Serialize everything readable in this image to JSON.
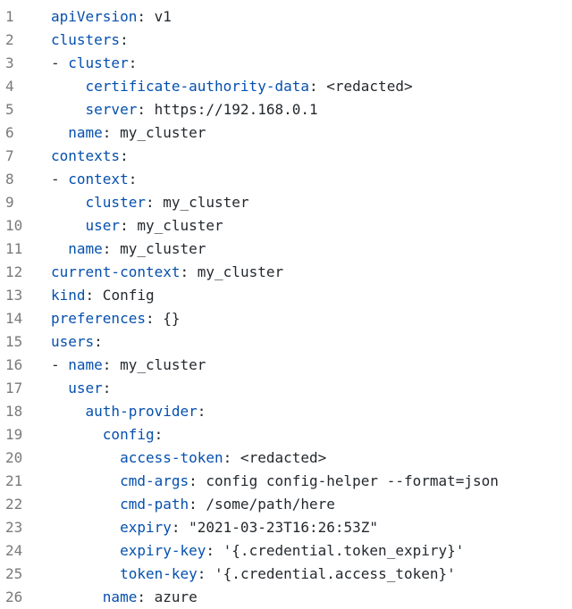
{
  "editor": {
    "lines": [
      {
        "num": "1",
        "indent": "",
        "dash": "",
        "key": "apiVersion",
        "sep": ":",
        "value": " v1"
      },
      {
        "num": "2",
        "indent": "",
        "dash": "",
        "key": "clusters",
        "sep": ":",
        "value": ""
      },
      {
        "num": "3",
        "indent": "",
        "dash": "- ",
        "key": "cluster",
        "sep": ":",
        "value": ""
      },
      {
        "num": "4",
        "indent": "    ",
        "dash": "",
        "key": "certificate-authority-data",
        "sep": ":",
        "value": " <redacted>"
      },
      {
        "num": "5",
        "indent": "    ",
        "dash": "",
        "key": "server",
        "sep": ":",
        "value": " https://192.168.0.1"
      },
      {
        "num": "6",
        "indent": "  ",
        "dash": "",
        "key": "name",
        "sep": ":",
        "value": " my_cluster"
      },
      {
        "num": "7",
        "indent": "",
        "dash": "",
        "key": "contexts",
        "sep": ":",
        "value": ""
      },
      {
        "num": "8",
        "indent": "",
        "dash": "- ",
        "key": "context",
        "sep": ":",
        "value": ""
      },
      {
        "num": "9",
        "indent": "    ",
        "dash": "",
        "key": "cluster",
        "sep": ":",
        "value": " my_cluster"
      },
      {
        "num": "10",
        "indent": "    ",
        "dash": "",
        "key": "user",
        "sep": ":",
        "value": " my_cluster"
      },
      {
        "num": "11",
        "indent": "  ",
        "dash": "",
        "key": "name",
        "sep": ":",
        "value": " my_cluster"
      },
      {
        "num": "12",
        "indent": "",
        "dash": "",
        "key": "current-context",
        "sep": ":",
        "value": " my_cluster"
      },
      {
        "num": "13",
        "indent": "",
        "dash": "",
        "key": "kind",
        "sep": ":",
        "value": " Config"
      },
      {
        "num": "14",
        "indent": "",
        "dash": "",
        "key": "preferences",
        "sep": ":",
        "value": " {}"
      },
      {
        "num": "15",
        "indent": "",
        "dash": "",
        "key": "users",
        "sep": ":",
        "value": ""
      },
      {
        "num": "16",
        "indent": "",
        "dash": "- ",
        "key": "name",
        "sep": ":",
        "value": " my_cluster"
      },
      {
        "num": "17",
        "indent": "  ",
        "dash": "",
        "key": "user",
        "sep": ":",
        "value": ""
      },
      {
        "num": "18",
        "indent": "    ",
        "dash": "",
        "key": "auth-provider",
        "sep": ":",
        "value": ""
      },
      {
        "num": "19",
        "indent": "      ",
        "dash": "",
        "key": "config",
        "sep": ":",
        "value": ""
      },
      {
        "num": "20",
        "indent": "        ",
        "dash": "",
        "key": "access-token",
        "sep": ":",
        "value": " <redacted>"
      },
      {
        "num": "21",
        "indent": "        ",
        "dash": "",
        "key": "cmd-args",
        "sep": ":",
        "value": " config config-helper --format=json"
      },
      {
        "num": "22",
        "indent": "        ",
        "dash": "",
        "key": "cmd-path",
        "sep": ":",
        "value": " /some/path/here"
      },
      {
        "num": "23",
        "indent": "        ",
        "dash": "",
        "key": "expiry",
        "sep": ":",
        "value": " \"2021-03-23T16:26:53Z\""
      },
      {
        "num": "24",
        "indent": "        ",
        "dash": "",
        "key": "expiry-key",
        "sep": ":",
        "value": " '{.credential.token_expiry}'"
      },
      {
        "num": "25",
        "indent": "        ",
        "dash": "",
        "key": "token-key",
        "sep": ":",
        "value": " '{.credential.access_token}'"
      },
      {
        "num": "26",
        "indent": "      ",
        "dash": "",
        "key": "name",
        "sep": ":",
        "value": " azure"
      }
    ]
  },
  "colors": {
    "key": "#0550ae",
    "text": "#24292e",
    "line_number": "#7a7a7a",
    "background": "#ffffff"
  }
}
